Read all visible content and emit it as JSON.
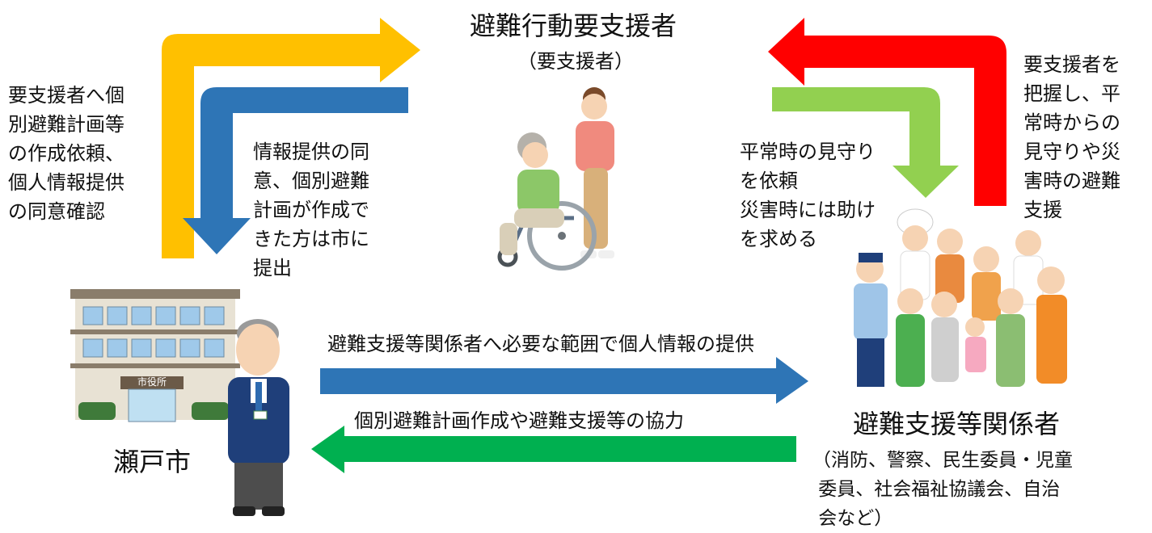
{
  "title": {
    "main": "避難行動要支援者",
    "sub": "（要支援者）"
  },
  "nodes": {
    "city": {
      "label": "瀬戸市",
      "building_sign": "市役所"
    },
    "supporters": {
      "label": "避難支援等関係者",
      "sub": "（消防、警察、民生委員・児童\n 委員、社会福祉協議会、自治\n 会など）"
    }
  },
  "flows": {
    "city_to_person": "要支援者へ個\n別避難計画等\nの作成依頼、\n個人情報提供\nの同意確認",
    "person_to_city": "情報提供の同\n意、個別避難\n計画が作成で\nきた方は市に\n提出",
    "person_to_supporters": "平常時の見守り\nを依頼\n災害時には助け\nを求める",
    "supporters_to_person": "要支援者を\n把握し、平\n常時からの\n見守りや災\n害時の避難\n支援",
    "city_to_supporters": "避難支援等関係者へ必要な範囲で個人情報の提供",
    "supporters_to_city": "個別避難計画作成や避難支援等の協力"
  },
  "colors": {
    "yellow_arrow": "#FFC000",
    "blue_arrow": "#2E75B6",
    "green_arrow_light": "#92D050",
    "green_arrow_dark": "#00B050",
    "red_arrow": "#FF0000"
  }
}
